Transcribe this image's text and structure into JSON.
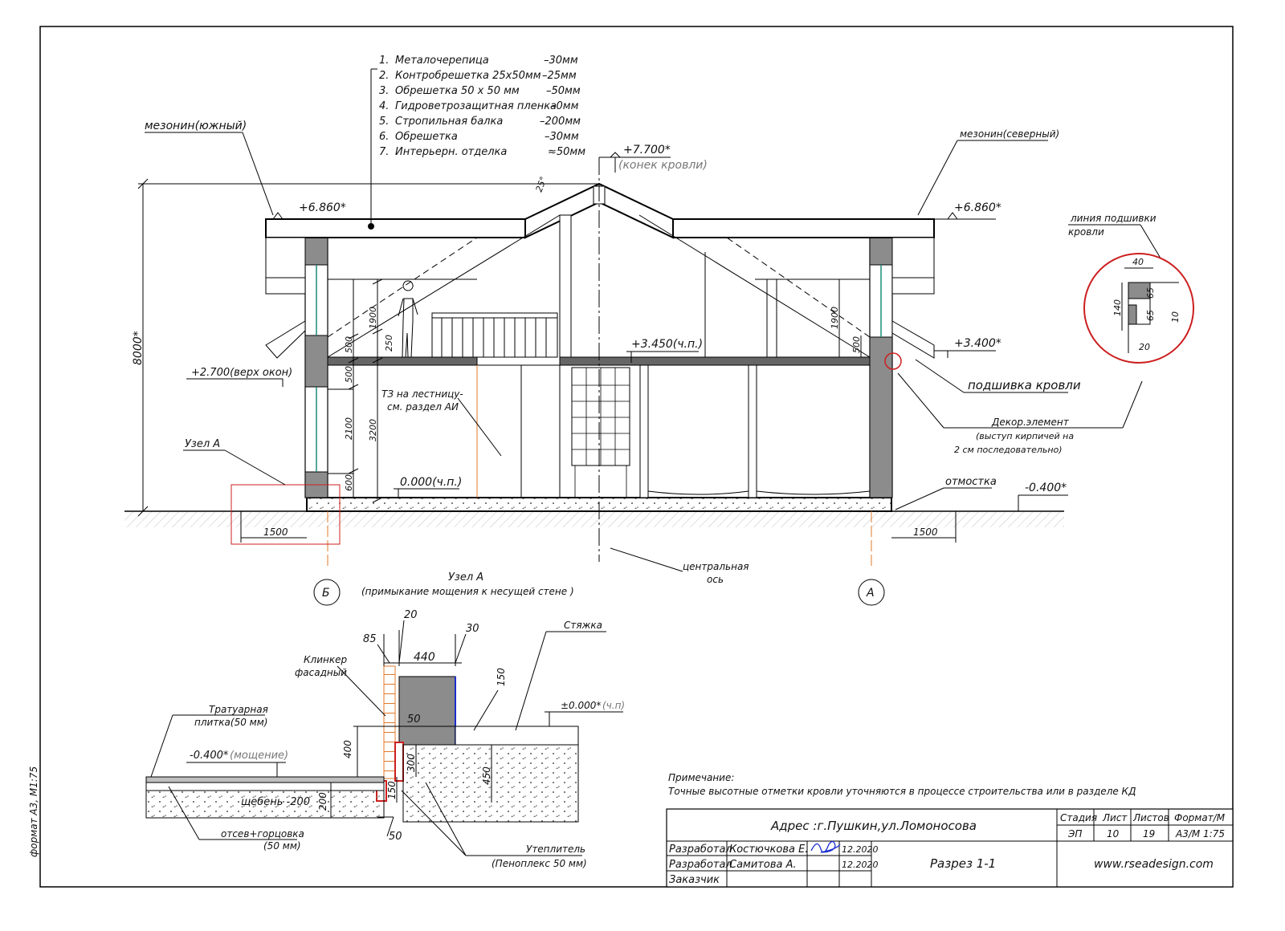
{
  "roof_layers": [
    {
      "n": "1.",
      "name": "Металочерепица",
      "thk": "–30мм"
    },
    {
      "n": "2.",
      "name": "Контробрешетка 25х50мм",
      "thk": "–25мм"
    },
    {
      "n": "3.",
      "name": "Обрешетка 50 х 50  мм",
      "thk": "–50мм"
    },
    {
      "n": "4.",
      "name": "Гидроветрозащитная пленка",
      "thk": "–0мм"
    },
    {
      "n": "5.",
      "name": "Стропильная балка",
      "thk": "–200мм"
    },
    {
      "n": "6.",
      "name": "Обрешетка",
      "thk": "–30мм"
    },
    {
      "n": "7.",
      "name": "Интерьерн. отделка",
      "thk": "≈50мм"
    }
  ],
  "section": {
    "mezzanine_south": "мезонин(южный)",
    "mezzanine_north": "мезонин(северный)",
    "ridge_level": "+7.700*",
    "ridge_label": "(конек кровли)",
    "eave_left": "+6.860*",
    "eave_right": "+6.860*",
    "roof_angle": "25°",
    "floor2_level": "+3.450(ч.п.)",
    "soffit_level": "+3.400*",
    "window_top": "+2.700(верх окон)",
    "floor1_level": "0.000(ч.п.)",
    "ground_level": "-0.400*",
    "height_total": "8000*",
    "dim_1900_left": "1900",
    "dim_250": "250",
    "dim_500_a": "500",
    "dim_500_b": "500",
    "dim_2100": "2100",
    "dim_3200": "3200",
    "dim_600": "600",
    "dim_1900_right": "1900",
    "dim_500_right": "500",
    "dim_1500_left": "1500",
    "dim_1500_right": "1500",
    "stair_note_1": "ТЗ на лестницу-",
    "stair_note_2": "см. раздел АИ",
    "node_a": "Узел А",
    "soffit": "подшивка кровли",
    "decor_1": "Декор.элемент",
    "decor_2": "(выступ кирпичей на",
    "decor_3": "2 см последовательно)",
    "blind_area": "отмостка",
    "axis_1": "центральная",
    "axis_2": "ось",
    "axis_b": "Б",
    "axis_a": "А"
  },
  "callout": {
    "title_1": "линия подшивки",
    "title_2": "кровли",
    "d40": "40",
    "d140": "140",
    "d65a": "65",
    "d65b": "65",
    "d10": "10",
    "d20": "20"
  },
  "node_detail": {
    "title": "Узел А",
    "subtitle": "(примыкание мощения к несущей стене )",
    "d20": "20",
    "d30": "30",
    "d85": "85",
    "d440": "440",
    "d150_top": "150",
    "d50": "50",
    "d400": "400",
    "d300": "300",
    "d450": "450",
    "d200": "200",
    "d150_bottom": "150",
    "d50_bottom": "50",
    "clinker_1": "Клинкер",
    "clinker_2": "фасадный",
    "screed": "Стяжка",
    "level_zero": "±0.000*",
    "level_zero_note": "(ч.п)",
    "tile_1": "Тратуарная",
    "tile_2": "плитка(50 мм)",
    "paving_level": "-0.400*",
    "paving_note": "(мощение)",
    "gravel": "щебень -200",
    "sand_1": "отсев+горцовка",
    "sand_2": "(50 мм)",
    "insul_1": "Утеплитель",
    "insul_2": "(Пеноплекс 50 мм)"
  },
  "note": {
    "title": "Примечание:",
    "text": "Точные высотные отметки кровли уточняются в процессе строительства или в разделе КД"
  },
  "title_block": {
    "address": "Адрес :г.Пушкин,ул.Ломоносова",
    "role_1": "Разработал",
    "name_1": "Костючкова Е.",
    "date_1": "12.2020",
    "role_2": "Разработал",
    "name_2": "Самитова А.",
    "date_2": "12.2020",
    "role_3": "Заказчик",
    "drawing": "Разрез 1-1",
    "h_stage": "Стадия",
    "h_sheet": "Лист",
    "h_sheets": "Листов",
    "h_format": "Формат/М",
    "stage": "ЭП",
    "sheet": "10",
    "sheets": "19",
    "format": "А3/М 1:75",
    "site": "www.rseadesign.com",
    "side": "формат А3, М1:75"
  },
  "colors": {
    "accent_red": "#cc1f1f",
    "blue": "#1a2ecc",
    "orange": "#e07a2a",
    "wall": "#8c8c8c"
  }
}
